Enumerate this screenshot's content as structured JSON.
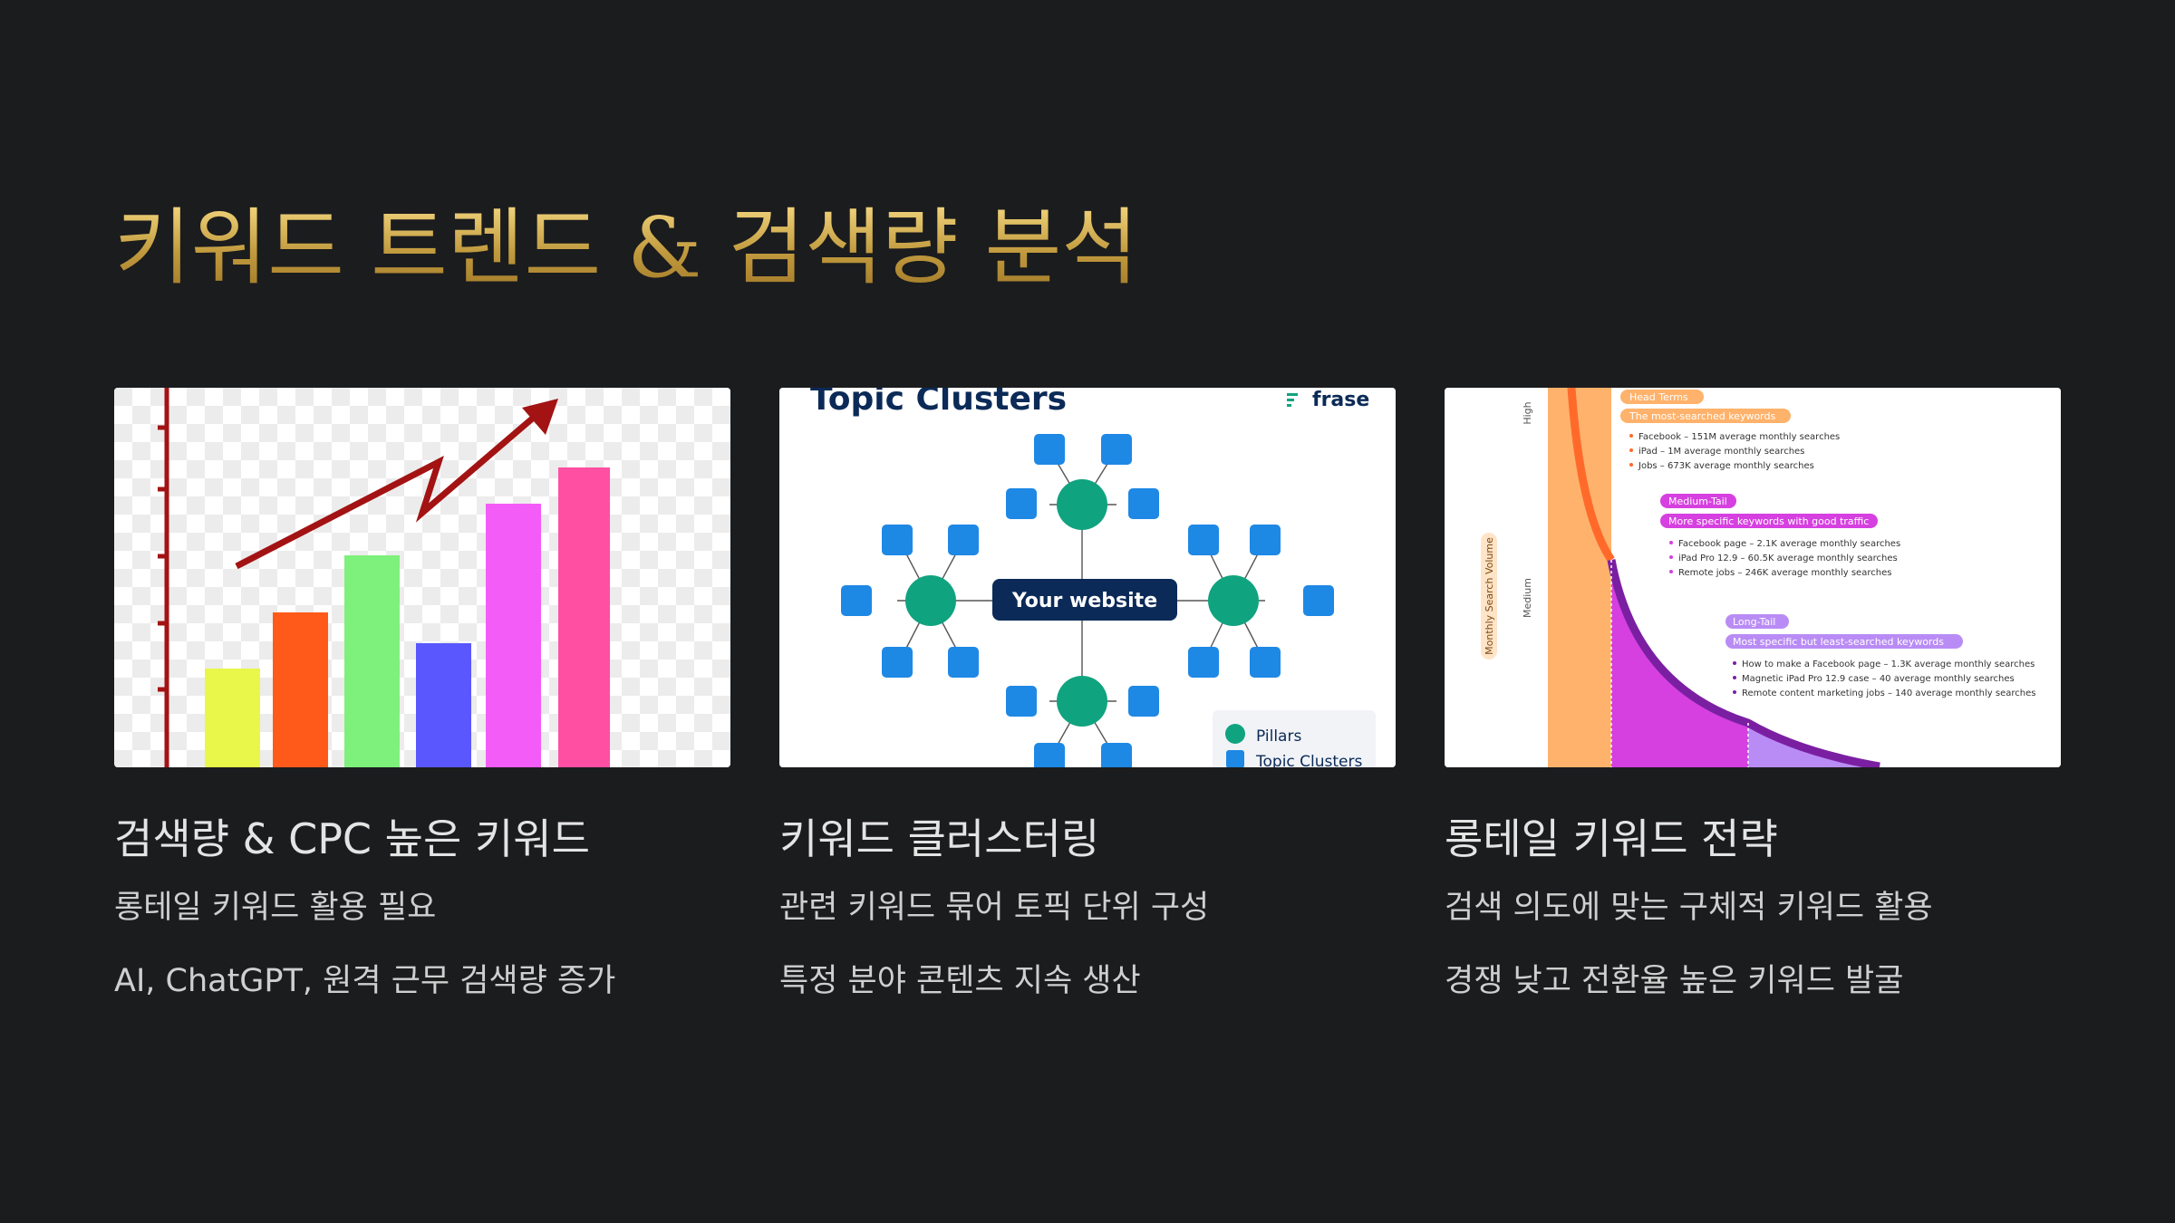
{
  "title": "키워드 트렌드 & 검색량 분석",
  "cards": [
    {
      "image": {
        "kind": "rising bar chart with arrow",
        "bar_colors": [
          "#e9f74a",
          "#ff5a1a",
          "#7ef07c",
          "#5a57ff",
          "#f45cf7",
          "#ff4fa3"
        ],
        "arrow_color": "#a31313"
      },
      "title": "검색량 & CPC 높은 키워드",
      "line1": "롱테일 키워드 활용 필요",
      "line2": "AI, ChatGPT, 원격 근무 검색량 증가"
    },
    {
      "image": {
        "heading": "Topic Clusters",
        "brand": "frase",
        "center": "Your website",
        "legend": [
          "Pillars",
          "Topic Clusters"
        ],
        "pillar_color": "#10a37f",
        "cluster_color": "#1e88e5",
        "center_color": "#0b2a57"
      },
      "title": "키워드 클러스터링",
      "line1": "관련 키워드 묶어 토픽 단위 구성",
      "line2": "특정 분야 콘텐츠 지속 생산"
    },
    {
      "image": {
        "y_axis": "Monthly Search Volume",
        "levels": [
          "High",
          "Medium"
        ],
        "head_tag": "Head Terms",
        "head_sub": "The most-searched keywords",
        "head_items": [
          "Facebook – 151M average monthly searches",
          "iPad – 1M average monthly searches",
          "Jobs – 673K average monthly searches"
        ],
        "medium_tag": "Medium-Tail",
        "medium_sub": "More specific keywords with good traffic",
        "medium_items": [
          "Facebook page – 2.1K average monthly searches",
          "iPad Pro 12.9 – 60.5K average monthly searches",
          "Remote jobs – 246K average monthly searches"
        ],
        "long_tag": "Long-Tail",
        "long_sub": "Most specific but least-searched keywords",
        "long_items": [
          "How to make a Facebook page – 1.3K average monthly searches",
          "Magnetic iPad Pro 12.9 case – 40 average monthly searches",
          "Remote content marketing jobs – 140 average monthly searches"
        ],
        "colors": {
          "head": "#ffb26b",
          "medium": "#d640e0",
          "long": "#b98cf5"
        }
      },
      "title": "롱테일 키워드 전략",
      "line1": "검색 의도에 맞는 구체적 키워드 활용",
      "line2": "경쟁 낮고 전환율 높은 키워드 발굴"
    }
  ]
}
